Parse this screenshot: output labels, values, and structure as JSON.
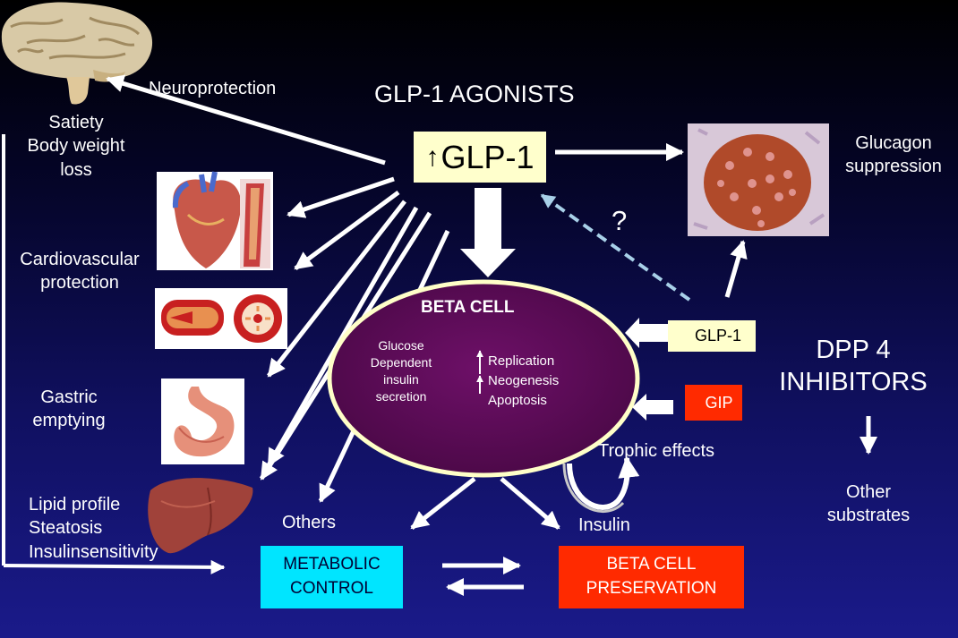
{
  "title": "GLP-1 AGONISTS",
  "glp1_main": {
    "arrow": "up-arrow",
    "label": "GLP-1"
  },
  "question_mark": "?",
  "left_effects": {
    "neuroprotection": "Neuroprotection",
    "satiety": [
      "Satiety",
      "Body weight",
      "loss"
    ],
    "cardiovascular": [
      "Cardiovascular",
      "protection"
    ],
    "gastric": [
      "Gastric",
      "emptying"
    ],
    "lipid": [
      "Lipid profile",
      "Steatosis",
      "Insulinsensitivity"
    ]
  },
  "glucagon": [
    "Glucagon",
    "suppression"
  ],
  "beta_cell": {
    "title": "BETA CELL",
    "glucose": [
      "Glucose",
      "Dependent",
      "insulin",
      "secretion"
    ],
    "effects": [
      "Replication",
      "Neogenesis",
      "Apoptosis"
    ]
  },
  "dpp4": {
    "title": [
      "DPP 4",
      "INHIBITORS"
    ],
    "glp1_label": "GLP-1",
    "gip_label": "GIP",
    "other_substrates": [
      "Other",
      "substrates"
    ]
  },
  "trophic_effects": "Trophic effects",
  "others": "Others",
  "insulin": "Insulin",
  "metabolic_control": [
    "METABOLIC",
    "CONTROL"
  ],
  "beta_cell_preservation": [
    "BETA CELL",
    "PRESERVATION"
  ],
  "colors": {
    "glp1_box": "#ffffcc",
    "beta_cell_fill": "#5a0a55",
    "beta_cell_border": "#ffffc8",
    "metabolic_box": "#00e5ff",
    "preservation_box": "#ff2a00",
    "gip_box": "#ff2a00",
    "dashed_arrow": "#a8d0e8"
  },
  "icons": [
    "brain-image",
    "heart-image",
    "blood-vessel-image",
    "stomach-image",
    "liver-image",
    "islet-histology-image"
  ]
}
